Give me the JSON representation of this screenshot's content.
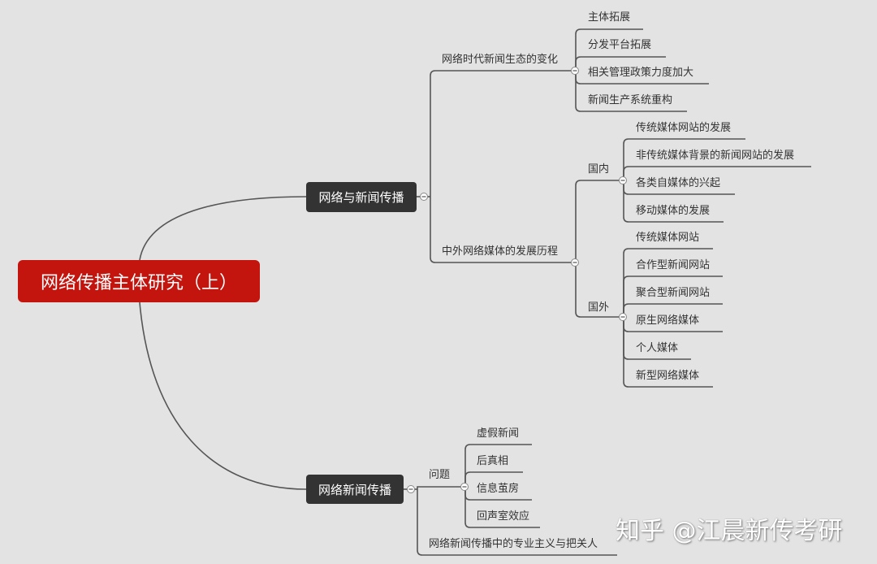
{
  "root": "网络传播主体研究（上）",
  "branch1": {
    "label": "网络与新闻传播",
    "sub1": {
      "label": "网络时代新闻生态的变化",
      "items": [
        "主体拓展",
        "分发平台拓展",
        "相关管理政策力度加大",
        "新闻生产系统重构"
      ]
    },
    "sub2": {
      "label": "中外网络媒体的发展历程",
      "domestic": {
        "label": "国内",
        "items": [
          "传统媒体网站的发展",
          "非传统媒体背景的新闻网站的发展",
          "各类自媒体的兴起",
          "移动媒体的发展"
        ]
      },
      "foreign": {
        "label": "国外",
        "items": [
          "传统媒体网站",
          "合作型新闻网站",
          "聚合型新闻网站",
          "原生网络媒体",
          "个人媒体",
          "新型网络媒体"
        ]
      }
    }
  },
  "branch2": {
    "label": "网络新闻传播",
    "sub1": {
      "label": "问题",
      "items": [
        "虚假新闻",
        "后真相",
        "信息茧房",
        "回声室效应"
      ]
    },
    "sub2": {
      "label": "网络新闻传播中的专业主义与把关人"
    }
  },
  "watermark": "知乎 @江晨新传考研",
  "colors": {
    "root": "#c4140e",
    "node": "#333333",
    "line": "#555555",
    "background": "#e4e3e3"
  }
}
